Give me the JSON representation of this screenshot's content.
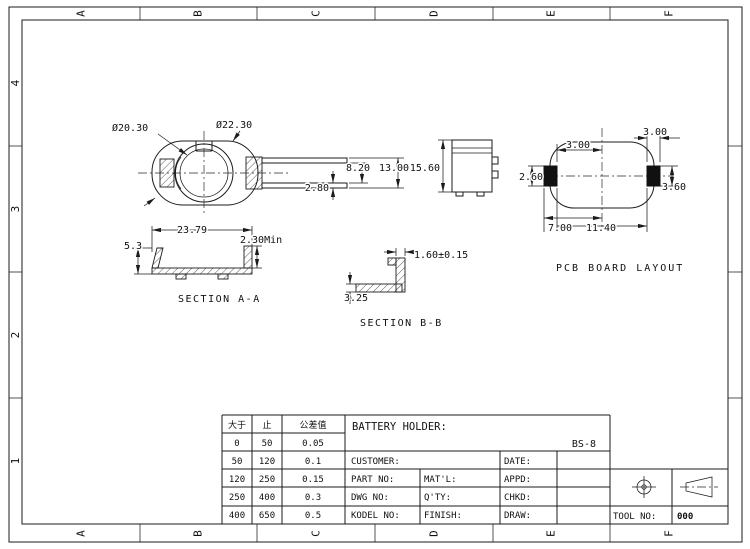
{
  "frame": {
    "cols": [
      "A",
      "B",
      "C",
      "D",
      "E",
      "F"
    ],
    "rows": [
      "4",
      "3",
      "2",
      "1"
    ]
  },
  "drawing": {
    "top_view": {
      "inner_dia": "Ø20.30",
      "outer_dia": "Ø22.30",
      "pin_gap": "2.80",
      "span_inner": "8.20",
      "span_outer": "13.00"
    },
    "side_view": {
      "height": "15.60"
    },
    "pcb": {
      "label": "PCB BOARD LAYOUT",
      "pad_left_w": "3.00",
      "pad_right_w": "3.00",
      "pad_h_left": "2.60",
      "pad_h_right": "3.60",
      "span_left": "7.00",
      "span_pads": "11.40"
    },
    "section_aa": {
      "label": "SECTION A-A",
      "width": "23.79",
      "lip_height": "5.3",
      "clip_min": "2.30Min"
    },
    "section_bb": {
      "label": "SECTION B-B",
      "tab": "1.60±0.15",
      "base": "3.25"
    }
  },
  "title_block": {
    "tol": {
      "h": [
        "大于",
        "止",
        "公差值"
      ],
      "rows": [
        [
          "0",
          "50",
          "0.05"
        ],
        [
          "50",
          "120",
          "0.1"
        ],
        [
          "120",
          "250",
          "0.15"
        ],
        [
          "250",
          "400",
          "0.3"
        ],
        [
          "400",
          "650",
          "0.5"
        ]
      ]
    },
    "title": "BATTERY HOLDER:",
    "model": "BS-8",
    "labels": {
      "customer": "CUSTOMER:",
      "date": "DATE:",
      "part_no": "PART NO:",
      "matl": "MAT'L:",
      "appd": "APPD:",
      "dwg_no": "DWG NO:",
      "qty": "Q'TY:",
      "chkd": "CHKD:",
      "model_no": "KODEL NO:",
      "finish": "FINISH:",
      "draw": "DRAW:",
      "tool_no": "TOOL NO:",
      "tool_val": "000"
    }
  }
}
